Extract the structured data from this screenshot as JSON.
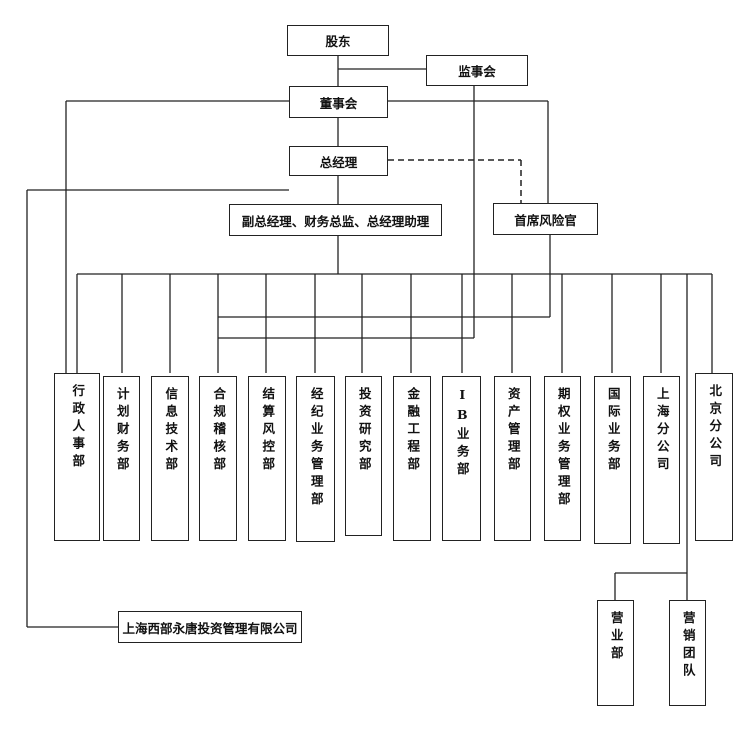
{
  "nodes": {
    "shareholders": "股东",
    "supervisors": "监事会",
    "board": "董事会",
    "gm": "总经理",
    "deputies": "副总经理、财务总监、总经理助理",
    "cro": "首席风险官",
    "subsidiary": "上海西部永唐投资管理有限公司"
  },
  "departments": [
    "行政人事部",
    "计划财务部",
    "信息技术部",
    "合规稽核部",
    "结算风控部",
    "经纪业务管理部",
    "投资研究部",
    "金融工程部",
    "IB业务部",
    "资产管理部",
    "期权业务管理部",
    "国际业务部",
    "上海分公司",
    "北京分公司"
  ],
  "branch_units": [
    "营业部",
    "营销团队"
  ]
}
